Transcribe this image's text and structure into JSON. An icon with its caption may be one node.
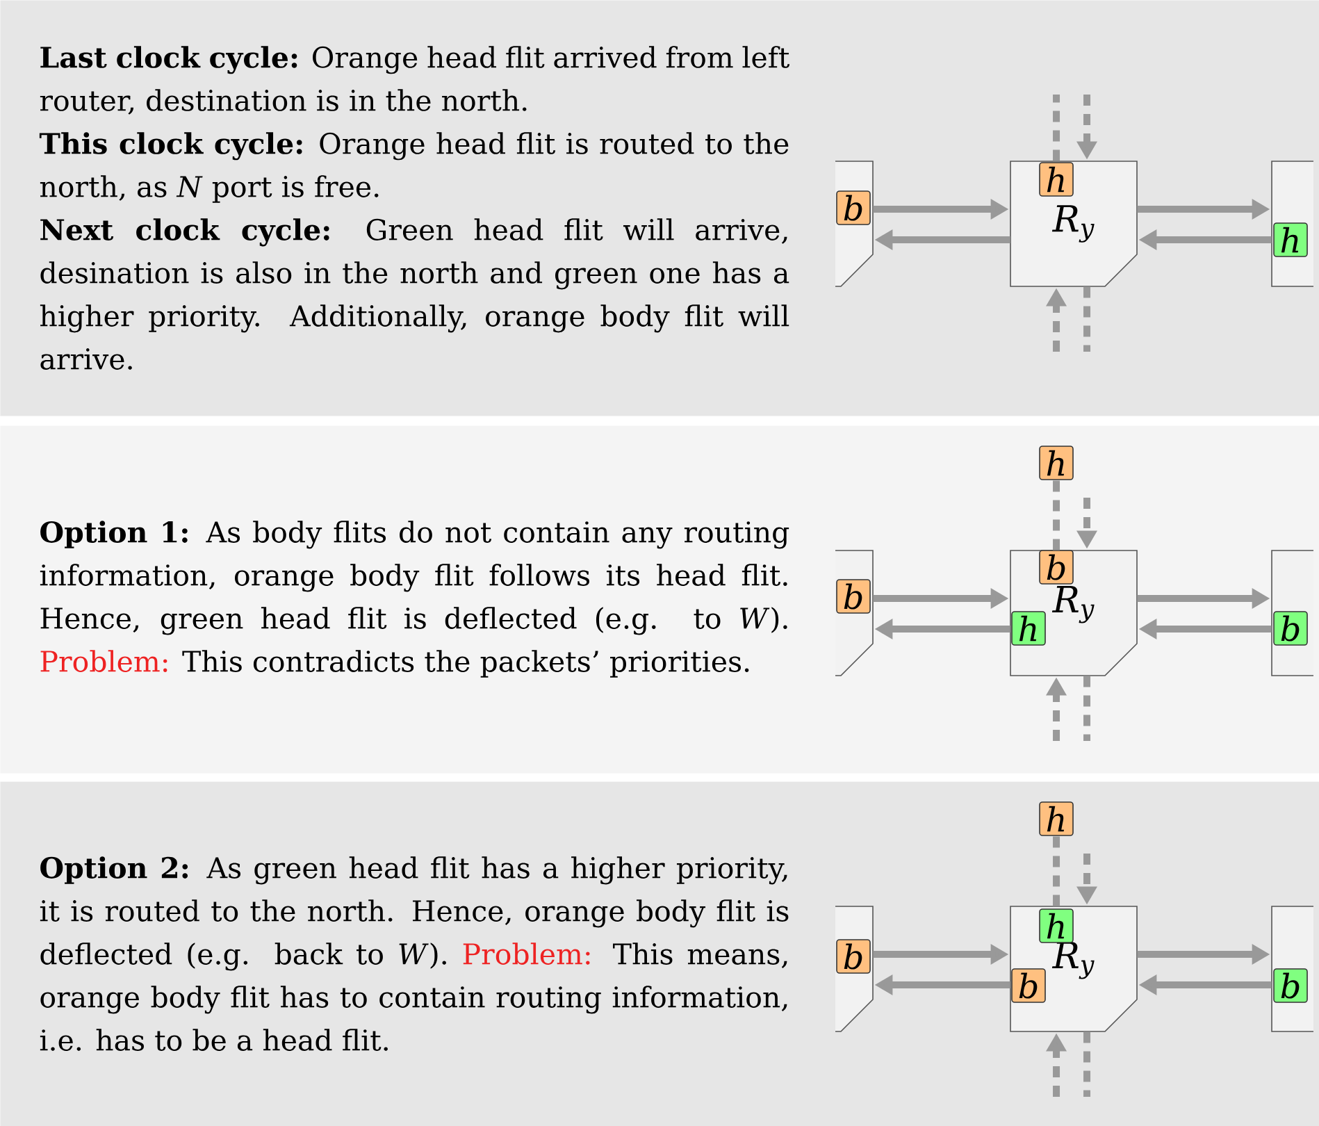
{
  "diagram": {
    "nodes": [
      {
        "text": [
          "**Last clock cycle:** Orange head flit arrived from left router, destination is in the north.",
          "**This clock cycle:** Orange head flit is routed to the north, as *N* port is free.",
          "**Next clock cycle:** Green head flit will arrive, desination is also in the north and green one has a higher priority. Additionally, orange body flit will arrive."
        ]
      },
      {
        "text": [],
        "shape": "box",
        "in": 0
      },
      {
        "text": [
          "b"
        ],
        "in": 1
      },
      {
        "text": [
          "R$_{y}$"
        ],
        "in": 0
      },
      {
        "text": [
          "h"
        ],
        "in": 3
      },
      {
        "text": [],
        "shape": "box",
        "in": 0
      },
      {
        "text": [
          "h"
        ],
        "in": 5
      },
      {
        "text": [
          "**Option 1:** As body flits do not contain any routing information, orange body flit follows its head flit. Hence, green head flit is deflected (e.g. to *W*).",
          "Problem:",
          "This contradicts the packets’ priorities."
        ]
      },
      {
        "text": [],
        "shape": "box",
        "in": 7
      },
      {
        "text": [
          "b"
        ],
        "in": 8
      },
      {
        "text": [
          "h"
        ],
        "in": 7
      },
      {
        "text": [
          "R$_{y}$"
        ],
        "in": 7
      },
      {
        "text": [
          "b"
        ],
        "in": 11
      },
      {
        "text": [
          "h"
        ],
        "in": 11
      },
      {
        "text": [],
        "shape": "box",
        "in": 7
      },
      {
        "text": [
          "b"
        ],
        "in": 14
      },
      {
        "text": [
          "**Option 2:** As green head flit has a higher priority, it is routed to the north. Hence, orange body flit is deflected (e.g. back to *W*).",
          "Problem:",
          "This means, orange body flit has to contain routing information, i.e. has to be a head flit."
        ]
      },
      {
        "text": [],
        "shape": "box",
        "in": 16
      },
      {
        "text": [
          "b"
        ],
        "in": 17
      },
      {
        "text": [
          "h"
        ],
        "in": 16
      },
      {
        "text": [
          "R$_{y}$"
        ],
        "in": 16
      },
      {
        "text": [
          "h"
        ],
        "in": 20
      },
      {
        "text": [
          "b"
        ],
        "in": 20
      },
      {
        "text": [],
        "shape": "box",
        "in": 16
      },
      {
        "text": [
          "b"
        ],
        "in": 23
      }
    ],
    "edges": [
      {
        "from": 1,
        "to": 3,
        "arrow": "to"
      },
      {
        "from": 3,
        "to": 1,
        "arrow": "to"
      },
      {
        "from": 3,
        "to": 5,
        "arrow": "to"
      },
      {
        "from": 5,
        "to": 3,
        "arrow": "to"
      },
      {
        "from": 3,
        "to": null,
        "arrow": "none",
        "style": "dashed"
      },
      {
        "from": null,
        "to": 3,
        "arrow": "to",
        "style": "dashed"
      },
      {
        "from": null,
        "to": 3,
        "arrow": "to",
        "style": "dashed"
      },
      {
        "from": 3,
        "to": null,
        "arrow": "none",
        "style": "dashed"
      },
      {
        "from": 8,
        "to": 11,
        "arrow": "to"
      },
      {
        "from": 11,
        "to": 8,
        "arrow": "to"
      },
      {
        "from": 11,
        "to": 14,
        "arrow": "to"
      },
      {
        "from": 14,
        "to": 11,
        "arrow": "to"
      },
      {
        "from": 11,
        "to": 10,
        "arrow": "none",
        "style": "dashed"
      },
      {
        "from": null,
        "to": 11,
        "arrow": "to",
        "style": "dashed"
      },
      {
        "from": null,
        "to": 11,
        "arrow": "to",
        "style": "dashed"
      },
      {
        "from": 11,
        "to": null,
        "arrow": "none",
        "style": "dashed"
      },
      {
        "from": 17,
        "to": 20,
        "arrow": "to"
      },
      {
        "from": 20,
        "to": 17,
        "arrow": "to"
      },
      {
        "from": 20,
        "to": 23,
        "arrow": "to"
      },
      {
        "from": 23,
        "to": 20,
        "arrow": "to"
      },
      {
        "from": 20,
        "to": 19,
        "arrow": "none",
        "style": "dashed"
      },
      {
        "from": null,
        "to": 20,
        "arrow": "to",
        "style": "dashed"
      },
      {
        "from": null,
        "to": 20,
        "arrow": "to",
        "style": "dashed"
      },
      {
        "from": 20,
        "to": null,
        "arrow": "none",
        "style": "dashed"
      }
    ]
  }
}
